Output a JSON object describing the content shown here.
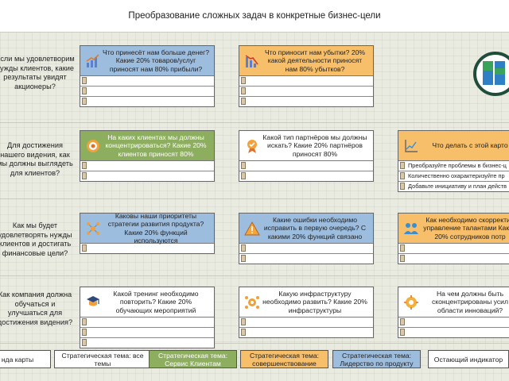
{
  "title": "Преобразование сложных задач в конкретные бизнес-цели",
  "rows": [
    {
      "question": "Если мы удовлетворим нужды клиентов, какие результаты увидят акционеры?",
      "cards": [
        {
          "head": "Что принесёт нам больше денег? Какие 20% товаров/услуг приносят нам 80% прибыли?",
          "color": "blue",
          "icon": "growth-chart-icon",
          "items": [
            "",
            "",
            ""
          ]
        },
        {
          "head": "Что приносит нам убытки? 20% какой деятельности приносят нам 80% убытков?",
          "color": "orange",
          "icon": "decline-chart-icon",
          "items": [
            "",
            "",
            ""
          ]
        }
      ]
    },
    {
      "question": "Для достижения нашего видения, как мы должны выглядеть для клиентов?",
      "cards": [
        {
          "head": "На каких клиентах мы должны концентрироваться? Какие 20% клиентов приносят 80%",
          "color": "green",
          "icon": "target-customer-icon",
          "items": [
            "",
            ""
          ]
        },
        {
          "head": "Какой тип партнёров мы должны искать? Какие 20% партнёров приносят 80%",
          "color": "white",
          "icon": "partner-badge-icon",
          "items": [
            "",
            ""
          ]
        },
        {
          "head": "Что делать с этой карто",
          "color": "orange",
          "icon": "chart-axis-icon",
          "items": [
            "Преобразуйте проблемы в бизнес-ц",
            "Количественно охарактеризуйте пр",
            "Добавьте инициативу и план действ"
          ]
        }
      ]
    },
    {
      "question": "Как мы будет удовлетворять нужды клиентов и достигать финансовые цели?",
      "cards": [
        {
          "head": "Каковы наши приоритеты стратегии развития продукта? Какие 20% функций используются",
          "color": "blue",
          "icon": "network-icon",
          "items": [
            ""
          ]
        },
        {
          "head": "Какие ошибки необходимо исправить в первую очередь? С какими 20% функций связано",
          "color": "blue",
          "icon": "warning-icon",
          "items": [
            "",
            ""
          ]
        },
        {
          "head": "Как необходимо скорректир управление талантами Какие 20% сотрудников потр",
          "color": "orange",
          "icon": "people-icon",
          "items": [
            "",
            ""
          ]
        }
      ]
    },
    {
      "question": "Как компания должна обучаться и улучшаться для достижения видения?",
      "cards": [
        {
          "head": "Какой тренинг необходимо повторить? Какие 20% обучающих мероприятий",
          "color": "white",
          "icon": "training-icon",
          "items": [
            "",
            "",
            ""
          ]
        },
        {
          "head": "Какую инфраструктуру необходимо развить? Какие 20% инфраструктуры",
          "color": "white",
          "icon": "infrastructure-icon",
          "items": [
            "",
            ""
          ]
        },
        {
          "head": "На чем должны быть сконцентрированы усил области инноваций?",
          "color": "white",
          "icon": "innovation-icon",
          "items": [
            "",
            ""
          ]
        }
      ]
    }
  ],
  "legend": [
    {
      "label": "нда карты",
      "color": "white"
    },
    {
      "label": "Стратегическая тема: все темы",
      "color": "white"
    },
    {
      "label": "Стратегическая тема: Сервис Клиентам",
      "color": "green"
    },
    {
      "label": "Стратегическая тема: совершенствование",
      "color": "orange"
    },
    {
      "label": "Стратегическая тема: Лидерство по продукту",
      "color": "blue"
    },
    {
      "label": "Остающий индикатор",
      "color": "white"
    }
  ],
  "colors": {
    "blue": "#9dbddf",
    "orange": "#f7bf6a",
    "green": "#8eae5f",
    "logo_ring": "#1f4d3a"
  }
}
